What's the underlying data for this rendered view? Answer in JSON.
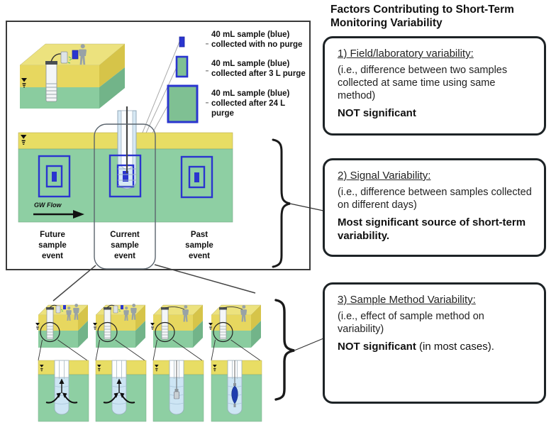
{
  "title": "Factors Contributing to Short-Term Monitoring Variability",
  "palette": {
    "sample_blue": "#2a35cf",
    "legend_green": "#7fc093",
    "surface_yellow": "#e7d75f",
    "aquifer_green": "#8ecfa3",
    "well_blue": "#cde5f4",
    "ink": "#1c1c1c"
  },
  "legend": {
    "items": [
      {
        "label": "40 mL sample (blue)\ncollected with no purge"
      },
      {
        "label": "40 mL sample (blue)\ncollected after 3 L purge"
      },
      {
        "label": "40 mL sample (blue)\ncollected after 24 L\npurge"
      }
    ]
  },
  "diagram": {
    "gw_flow_label": "GW Flow",
    "event_labels": [
      "Future\nsample\nevent",
      "Current\nsample\nevent",
      "Past\nsample\nevent"
    ]
  },
  "factors": [
    {
      "heading": "1) Field/laboratory variability:",
      "body": "(i.e., difference between two samples collected at same time using same method)",
      "conclusion_bold": "NOT significant",
      "conclusion_rest": ""
    },
    {
      "heading": "2) Signal Variability:",
      "body": "(i.e., difference between samples collected on different days)",
      "conclusion_bold": "Most significant source of short-term variability.",
      "conclusion_rest": ""
    },
    {
      "heading": "3) Sample Method Variability:",
      "body": "(i.e., effect of sample method on variability)",
      "conclusion_bold": "NOT significant",
      "conclusion_rest": " (in most cases)."
    }
  ]
}
